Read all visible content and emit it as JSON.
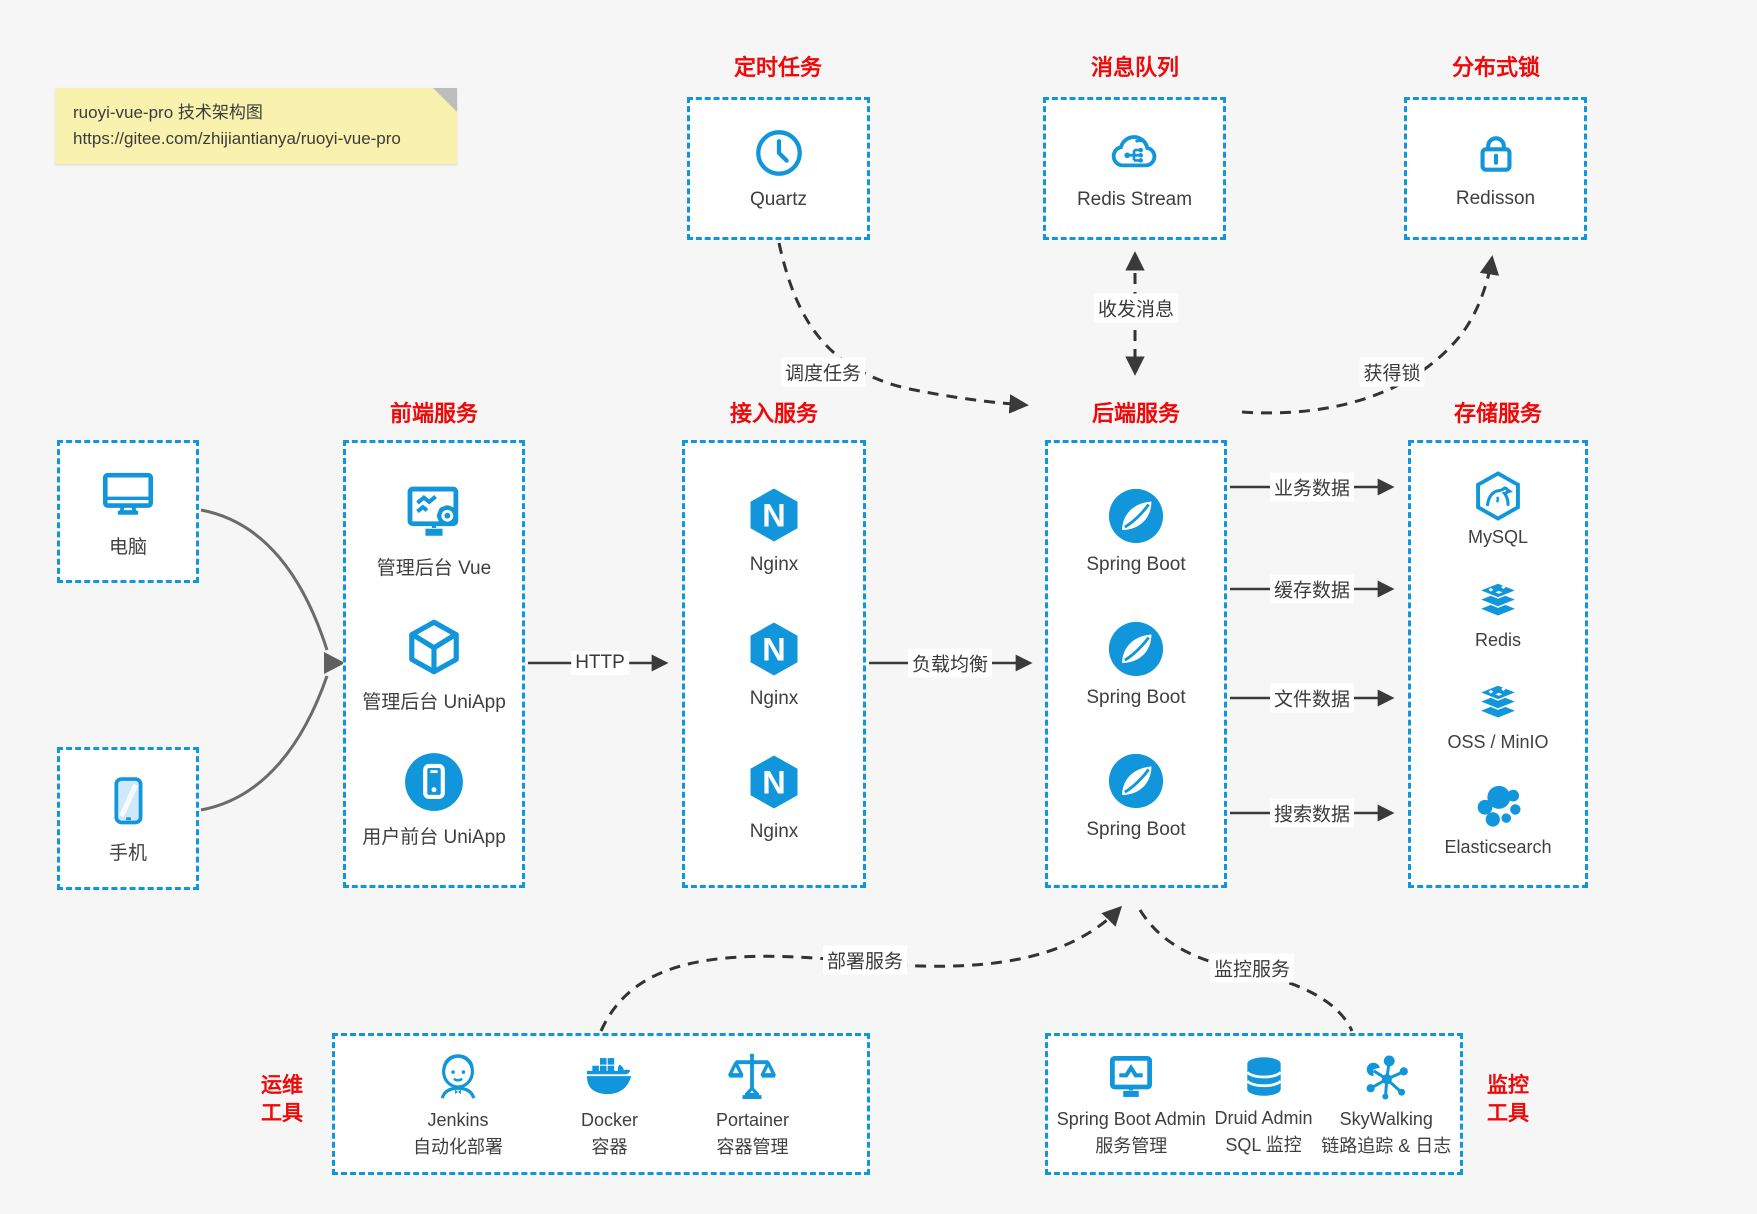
{
  "colors": {
    "accent_blue": "#1296db",
    "title_red": "#ee0a0a",
    "line_dark": "#3a3a3a",
    "client_line_gray": "#6b6b6b",
    "note_bg": "#f8f2ae",
    "canvas_bg": "#f6f6f6"
  },
  "note": {
    "line1": "ruoyi-vue-pro 技术架构图",
    "line2": "https://gitee.com/zhijiantianya/ruoyi-vue-pro"
  },
  "top": {
    "scheduler": {
      "title": "定时任务",
      "item": {
        "label": "Quartz",
        "icon": "clock-icon"
      }
    },
    "mq": {
      "title": "消息队列",
      "item": {
        "label": "Redis Stream",
        "icon": "cloud-mq-icon"
      }
    },
    "lock": {
      "title": "分布式锁",
      "item": {
        "label": "Redisson",
        "icon": "lock-icon"
      }
    }
  },
  "clients": {
    "pc": {
      "label": "电脑",
      "icon": "desktop-icon"
    },
    "mobile": {
      "label": "手机",
      "icon": "smartphone-icon"
    }
  },
  "frontend": {
    "title": "前端服务",
    "items": [
      {
        "label": "管理后台 Vue",
        "icon": "admin-vue-icon"
      },
      {
        "label": "管理后台 UniApp",
        "icon": "uniapp-cube-icon"
      },
      {
        "label": "用户前台 UniApp",
        "icon": "mobile-app-icon"
      }
    ]
  },
  "gateway": {
    "title": "接入服务",
    "items": [
      {
        "label": "Nginx",
        "icon": "nginx-icon"
      },
      {
        "label": "Nginx",
        "icon": "nginx-icon"
      },
      {
        "label": "Nginx",
        "icon": "nginx-icon"
      }
    ]
  },
  "backend": {
    "title": "后端服务",
    "items": [
      {
        "label": "Spring Boot",
        "icon": "spring-boot-icon"
      },
      {
        "label": "Spring Boot",
        "icon": "spring-boot-icon"
      },
      {
        "label": "Spring Boot",
        "icon": "spring-boot-icon"
      }
    ]
  },
  "storage": {
    "title": "存储服务",
    "items": [
      {
        "label": "MySQL",
        "icon": "mysql-icon"
      },
      {
        "label": "Redis",
        "icon": "redis-icon"
      },
      {
        "label": "OSS / MinIO",
        "icon": "oss-minio-icon"
      },
      {
        "label": "Elasticsearch",
        "icon": "elasticsearch-icon"
      }
    ]
  },
  "ops": {
    "label_line1": "运维",
    "label_line2": "工具",
    "items": [
      {
        "label": "Jenkins",
        "sublabel": "自动化部署",
        "icon": "jenkins-icon"
      },
      {
        "label": "Docker",
        "sublabel": "容器",
        "icon": "docker-icon"
      },
      {
        "label": "Portainer",
        "sublabel": "容器管理",
        "icon": "portainer-icon"
      }
    ]
  },
  "monitoring": {
    "label_line1": "监控",
    "label_line2": "工具",
    "items": [
      {
        "label": "Spring Boot Admin",
        "sublabel": "服务管理",
        "icon": "spring-boot-admin-icon"
      },
      {
        "label": "Druid Admin",
        "sublabel": "SQL 监控",
        "icon": "druid-icon"
      },
      {
        "label": "SkyWalking",
        "sublabel": "链路追踪 & 日志",
        "icon": "skywalking-icon"
      }
    ]
  },
  "edges": {
    "http": "HTTP",
    "load_balance": "负载均衡",
    "business_data": "业务数据",
    "cache_data": "缓存数据",
    "file_data": "文件数据",
    "search_data": "搜索数据",
    "schedule_task": "调度任务",
    "send_receive_msg": "收发消息",
    "acquire_lock": "获得锁",
    "deploy_service": "部署服务",
    "monitor_service": "监控服务"
  }
}
